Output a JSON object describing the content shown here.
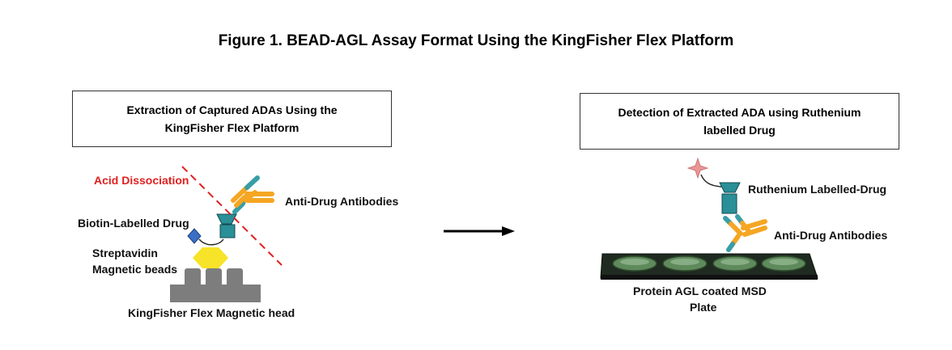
{
  "figure": {
    "title": "Figure 1. BEAD-AGL Assay Format Using the KingFisher Flex Platform"
  },
  "left_panel": {
    "box_line1": "Extraction of Captured ADAs Using the",
    "box_line2": "KingFisher Flex Platform",
    "acid_dissociation": "Acid Dissociation",
    "anti_drug_antibodies": "Anti-Drug Antibodies",
    "biotin_drug": "Biotin-Labelled Drug",
    "beads_line1": "Streptavidin",
    "beads_line2": "Magnetic beads",
    "magnetic_head": "KingFisher Flex Magnetic head"
  },
  "right_panel": {
    "box_line1": "Detection of Extracted ADA using Ruthenium",
    "box_line2": "labelled Drug",
    "ruthenium_drug": "Ruthenium Labelled-Drug",
    "anti_drug_antibodies": "Anti-Drug Antibodies",
    "plate_line1": "Protein AGL coated MSD",
    "plate_line2": "Plate"
  },
  "colors": {
    "antibody_orange": "#f5a623",
    "antibody_teal": "#3a9ea5",
    "drug_teal": "#2a8f97",
    "bead_yellow": "#f7e328",
    "head_gray": "#7d7d7d",
    "acid_red": "#e02020",
    "biotin_blue": "#3a6fc4",
    "plate_dark": "#1f2a20",
    "well_green": "#5f8a5c"
  }
}
